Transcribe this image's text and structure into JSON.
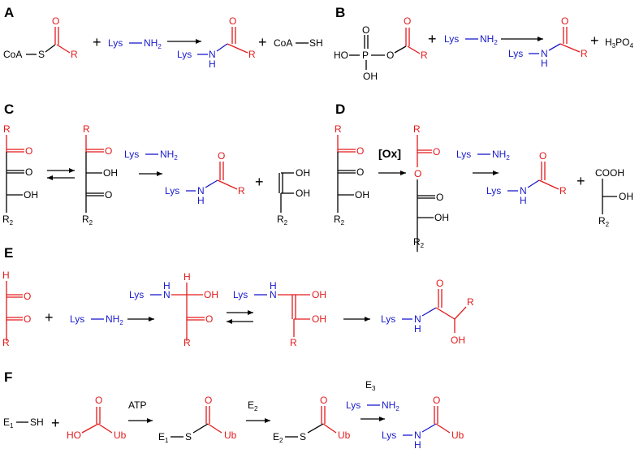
{
  "colors": {
    "black": "#000000",
    "red": "#e31a1c",
    "blue": "#1a1acc"
  },
  "panels": [
    "A",
    "B",
    "C",
    "D",
    "E",
    "F"
  ],
  "atoms": {
    "coa": "CoA",
    "s": "S",
    "o": "O",
    "r": "R",
    "plus": "+",
    "lys": "Lys",
    "nh2": "NH",
    "sub2": "2",
    "n": "N",
    "h": "H",
    "sh": "SH",
    "p": "P",
    "ho": "HO",
    "oh": "OH",
    "h3po4": "H",
    "sub3": "3",
    "po4": "PO",
    "sub4": "4",
    "ox": "[Ox]",
    "cooh": "COOH",
    "atp": "ATP",
    "e": "E",
    "sub1": "1",
    "ub": "Ub"
  }
}
